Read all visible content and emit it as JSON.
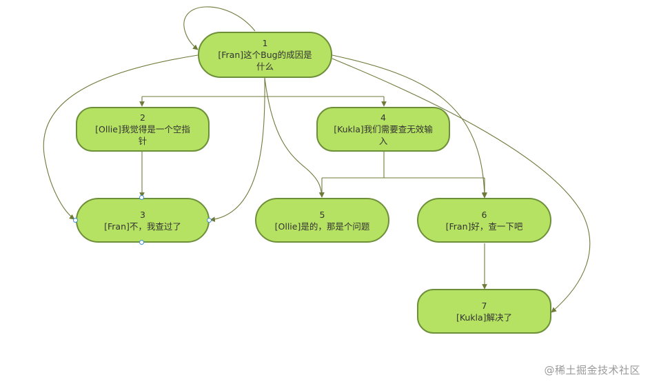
{
  "nodes": {
    "n1": {
      "num": "1",
      "line1": "[Fran]这个Bug的成因是",
      "line2": "什么"
    },
    "n2": {
      "num": "2",
      "line1": "[Ollie]我觉得是一个空指",
      "line2": "针"
    },
    "n3": {
      "num": "3",
      "line1": "[Fran]不，我查过了",
      "line2": ""
    },
    "n4": {
      "num": "4",
      "line1": "[Kukla]我们需要查无效输",
      "line2": "入"
    },
    "n5": {
      "num": "5",
      "line1": "[Ollie]是的，那是个问题",
      "line2": ""
    },
    "n6": {
      "num": "6",
      "line1": "[Fran]好，查一下吧",
      "line2": ""
    },
    "n7": {
      "num": "7",
      "line1": "[Kukla]解决了",
      "line2": ""
    }
  },
  "watermark": "@稀土掘金技术社区",
  "colors": {
    "node_fill": "#b5e262",
    "node_border": "#6e8f3a",
    "edge": "#6e7a3a",
    "handle": "#3d8fd6"
  }
}
